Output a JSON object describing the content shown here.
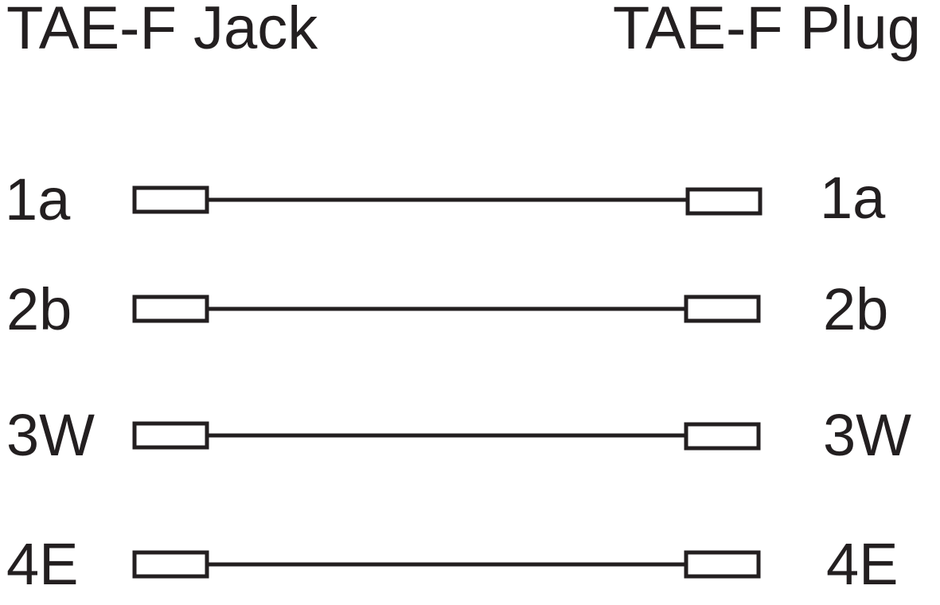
{
  "header": {
    "left_title": "TAE-F Jack",
    "right_title": "TAE-F Plug"
  },
  "connections": [
    {
      "left_pin": "1a",
      "right_pin": "1a"
    },
    {
      "left_pin": "2b",
      "right_pin": "2b"
    },
    {
      "left_pin": "3W",
      "right_pin": "3W"
    },
    {
      "left_pin": "4E",
      "right_pin": "4E"
    }
  ],
  "colors": {
    "stroke": "#231f20",
    "background": "#ffffff"
  }
}
